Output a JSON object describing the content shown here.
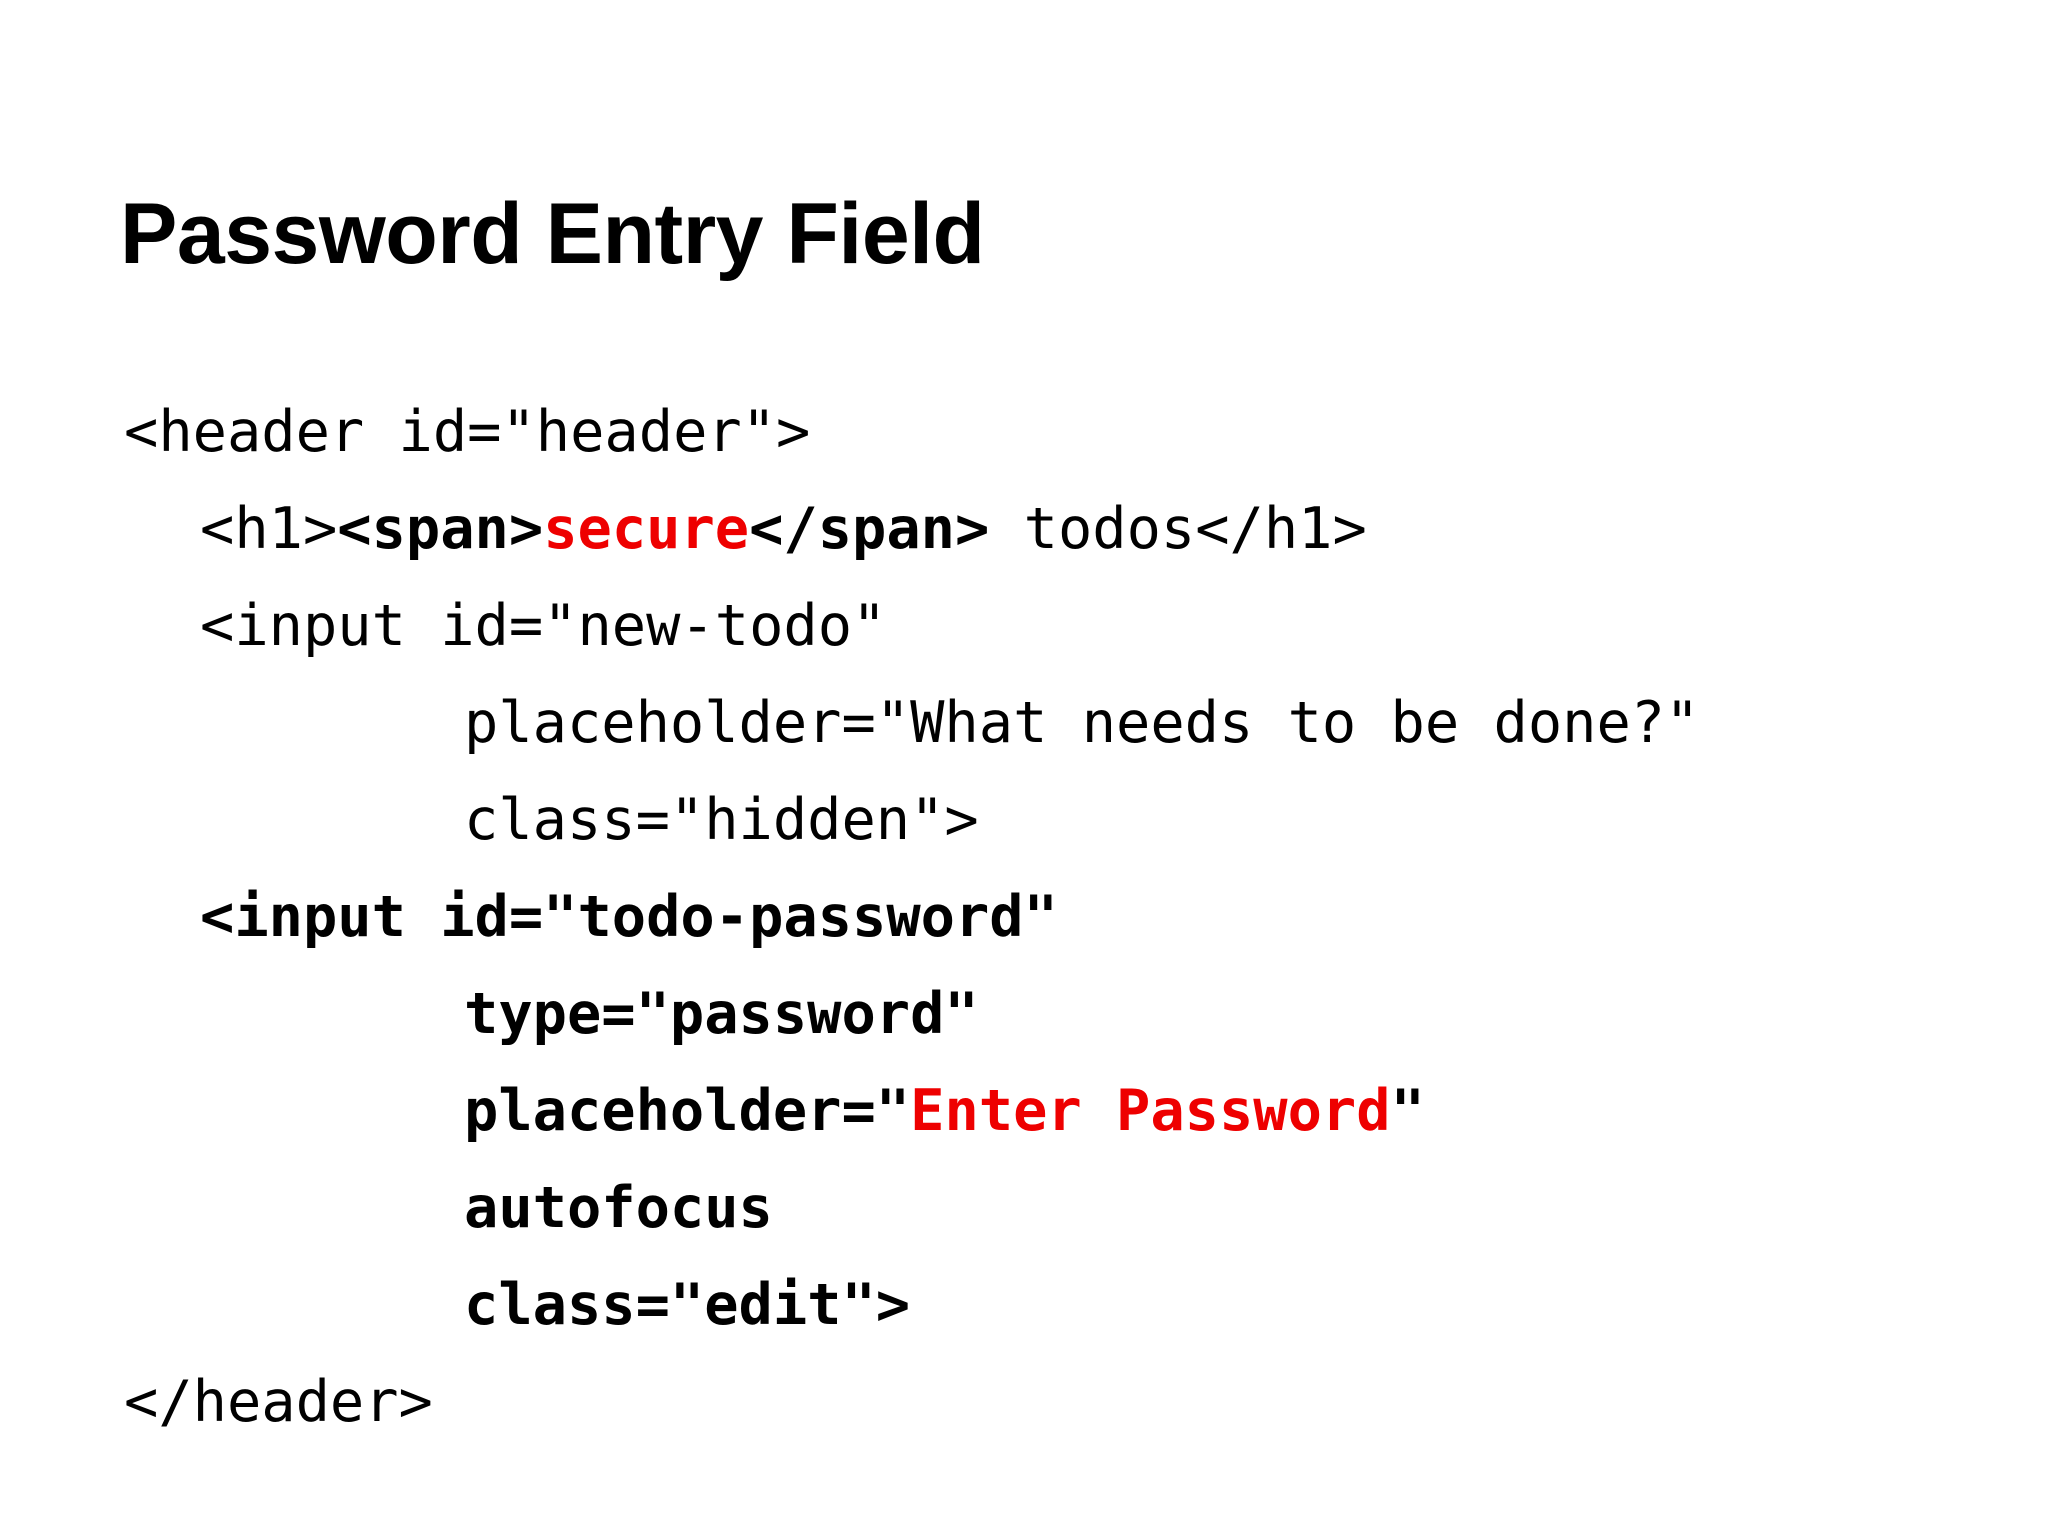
{
  "slide": {
    "title": "Password Entry Field",
    "background_color": "#ffffff",
    "text_color": "#000000",
    "accent_color": "#ee0000"
  },
  "code": {
    "language": "html",
    "lines": [
      {
        "indent": 0,
        "emphasis": "normal",
        "text": "<header id=\"header\">",
        "tokens": [
          {
            "text": "<header id=\"header\">",
            "weight": "normal",
            "color": "#000000"
          }
        ]
      },
      {
        "indent": 1,
        "emphasis": "normal",
        "text": "<h1><span>secure</span> todos</h1>",
        "tokens": [
          {
            "text": "<h1>",
            "weight": "normal",
            "color": "#000000"
          },
          {
            "text": "<span>",
            "weight": "bold",
            "color": "#000000"
          },
          {
            "text": "secure",
            "weight": "bold",
            "color": "#ee0000"
          },
          {
            "text": "</span>",
            "weight": "bold",
            "color": "#000000"
          },
          {
            "text": " todos</h1>",
            "weight": "normal",
            "color": "#000000"
          }
        ]
      },
      {
        "indent": 1,
        "emphasis": "normal",
        "text": "<input id=\"new-todo\"",
        "tokens": [
          {
            "text": "<input id=\"new-todo\"",
            "weight": "normal",
            "color": "#000000"
          }
        ]
      },
      {
        "indent": 3,
        "emphasis": "normal",
        "text": "placeholder=\"What needs to be done?\"",
        "tokens": [
          {
            "text": "placeholder=\"What needs to be done?\"",
            "weight": "normal",
            "color": "#000000"
          }
        ]
      },
      {
        "indent": 3,
        "emphasis": "normal",
        "text": "class=\"hidden\">",
        "tokens": [
          {
            "text": "class=\"hidden\">",
            "weight": "normal",
            "color": "#000000"
          }
        ]
      },
      {
        "indent": 1,
        "emphasis": "bold",
        "text": "<input id=\"todo-password\"",
        "tokens": [
          {
            "text": "<input id=\"todo-password\"",
            "weight": "bold",
            "color": "#000000"
          }
        ]
      },
      {
        "indent": 3,
        "emphasis": "bold",
        "text": "type=\"password\"",
        "tokens": [
          {
            "text": "type=\"password\"",
            "weight": "bold",
            "color": "#000000"
          }
        ]
      },
      {
        "indent": 3,
        "emphasis": "bold",
        "text": "placeholder=\"Enter Password\"",
        "tokens": [
          {
            "text": "placeholder=\"",
            "weight": "bold",
            "color": "#000000"
          },
          {
            "text": "Enter Password",
            "weight": "bold",
            "color": "#ee0000"
          },
          {
            "text": "\"",
            "weight": "bold",
            "color": "#000000"
          }
        ]
      },
      {
        "indent": 3,
        "emphasis": "bold",
        "text": "autofocus",
        "tokens": [
          {
            "text": "autofocus",
            "weight": "bold",
            "color": "#000000"
          }
        ]
      },
      {
        "indent": 3,
        "emphasis": "bold",
        "text": "class=\"edit\">",
        "tokens": [
          {
            "text": "class=\"edit\">",
            "weight": "bold",
            "color": "#000000"
          }
        ]
      },
      {
        "indent": 0,
        "emphasis": "normal",
        "text": "</header>",
        "tokens": [
          {
            "text": "</header>",
            "weight": "normal",
            "color": "#000000"
          }
        ]
      }
    ]
  }
}
